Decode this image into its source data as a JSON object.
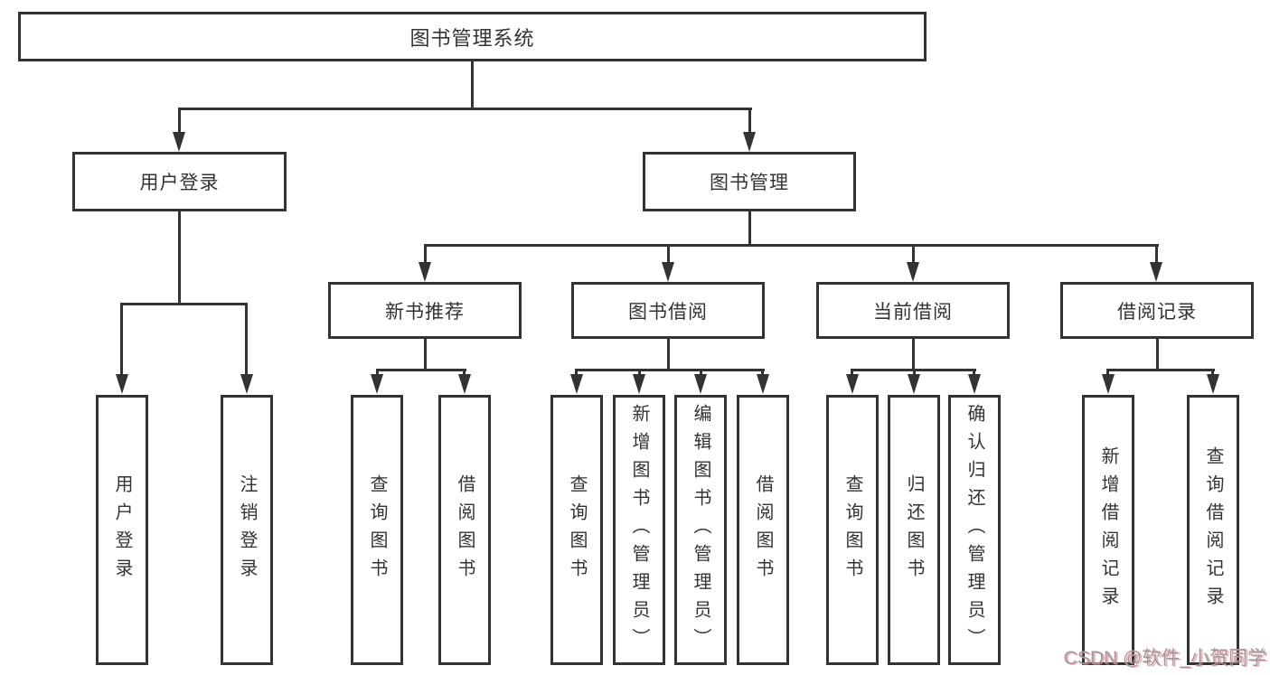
{
  "tree": {
    "root": {
      "label": "图书管理系统"
    },
    "children": [
      {
        "label": "用户登录",
        "children": [
          {
            "label": "用户登录"
          },
          {
            "label": "注销登录"
          }
        ]
      },
      {
        "label": "图书管理",
        "children": [
          {
            "label": "新书推荐",
            "children": [
              {
                "label": "查询图书"
              },
              {
                "label": "借阅图书"
              }
            ]
          },
          {
            "label": "图书借阅",
            "children": [
              {
                "label": "查询图书"
              },
              {
                "label": "新增图书（管理员）"
              },
              {
                "label": "编辑图书（管理员）"
              },
              {
                "label": "借阅图书"
              }
            ]
          },
          {
            "label": "当前借阅",
            "children": [
              {
                "label": "查询图书"
              },
              {
                "label": "归还图书"
              },
              {
                "label": "确认归还（管理员）"
              }
            ]
          },
          {
            "label": "借阅记录",
            "children": [
              {
                "label": "新增借阅记录"
              },
              {
                "label": "查询借阅记录"
              }
            ]
          }
        ]
      }
    ]
  },
  "watermark": {
    "text": "CSDN @软件_小贺同学"
  },
  "colors": {
    "line": "#333333",
    "box_background": "#ffffff",
    "text": "#333333",
    "watermark_gray": "#9c9c9c",
    "watermark_shadow": "#eb7a82"
  }
}
